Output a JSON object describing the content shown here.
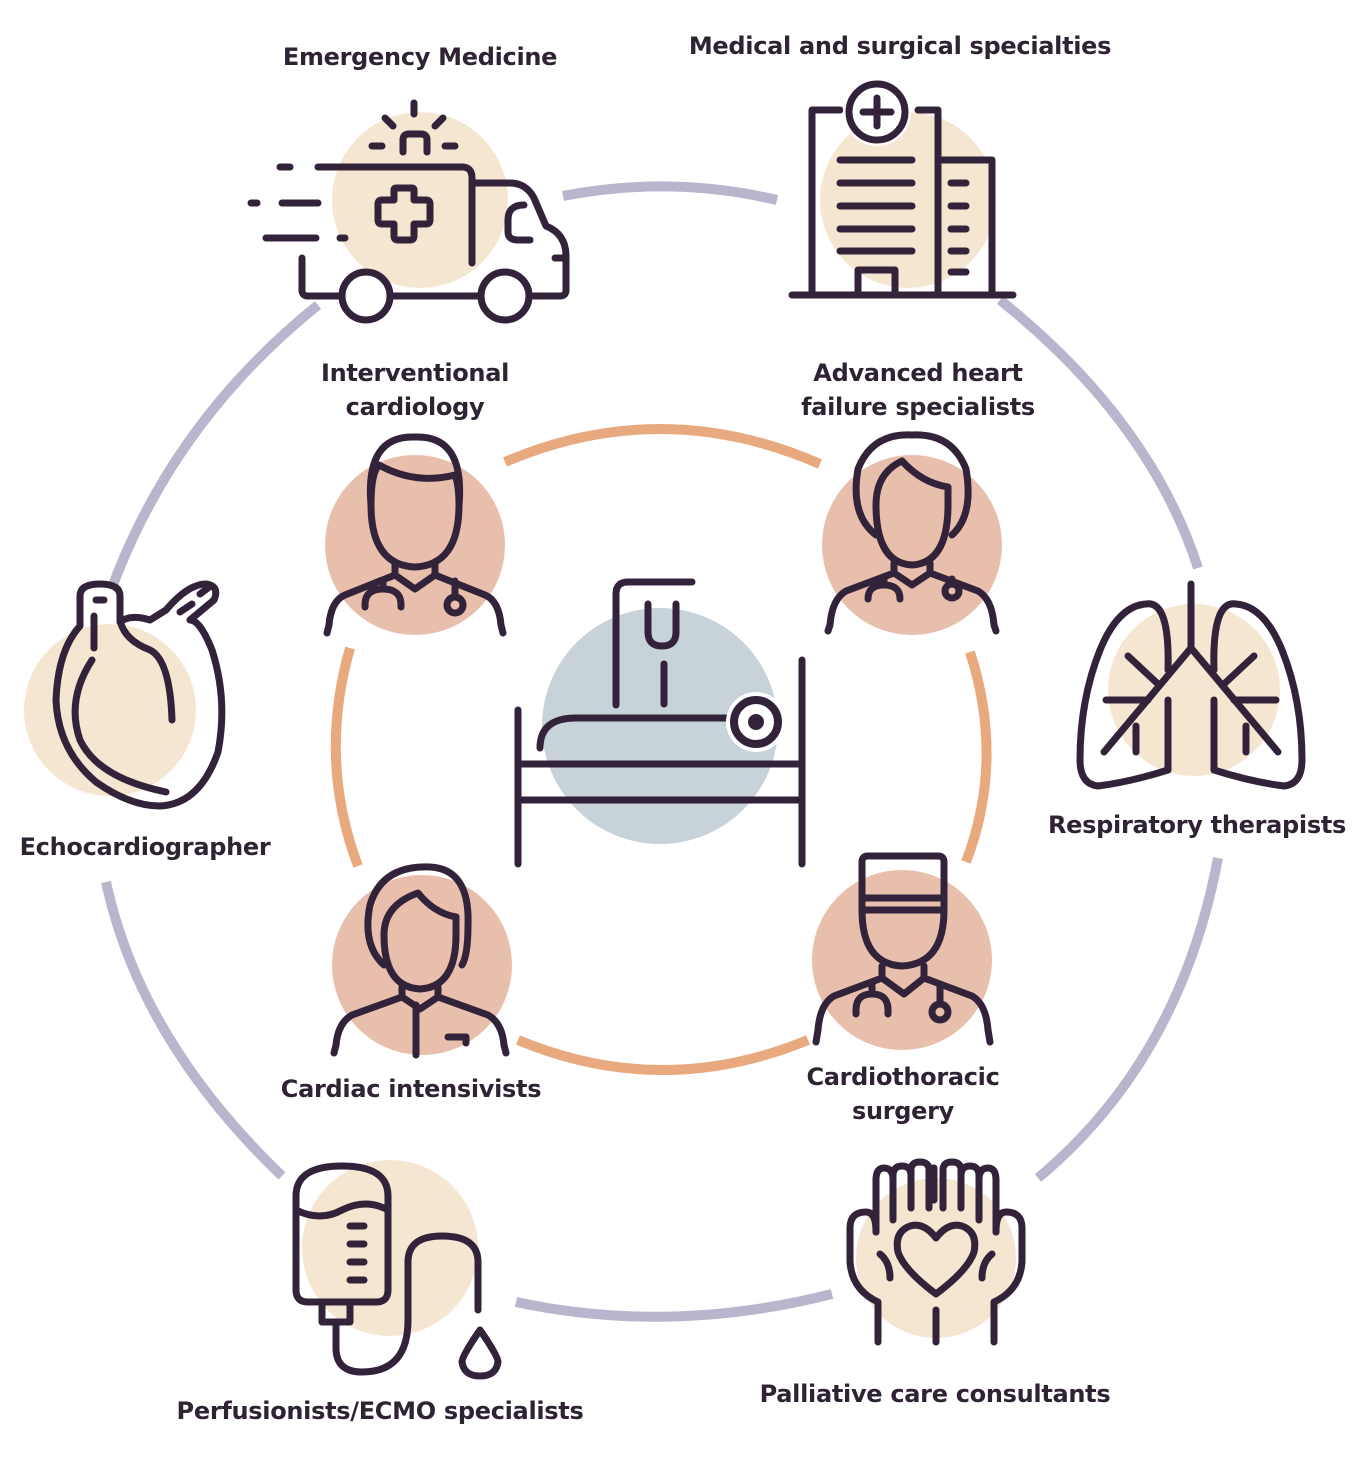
{
  "diagram": {
    "title": "",
    "center": {
      "name": "Patient (hospital bed)",
      "icon": "hospital-bed-icon"
    },
    "colors": {
      "ink": "#33233a",
      "outer_ring": "#b8b6cc",
      "inner_ring": "#e9a97f",
      "beige_disc": "#f5e6d2",
      "rose_disc": "#e8bfac",
      "center_disc": "#c8d2d9"
    },
    "inner_ring": [
      {
        "id": "interventional",
        "line1": "Interventional",
        "line2": "cardiology",
        "icon": "male-doctor-icon"
      },
      {
        "id": "heart-failure",
        "line1": "Advanced heart",
        "line2": "failure specialists",
        "icon": "female-doctor-icon"
      },
      {
        "id": "intensivists",
        "line1": "Cardiac intensivists",
        "line2": "",
        "icon": "female-clinician-icon"
      },
      {
        "id": "cardiothoracic",
        "line1": "Cardiothoracic",
        "line2": "surgery",
        "icon": "surgeon-icon"
      }
    ],
    "outer_ring": [
      {
        "id": "emergency",
        "label": "Emergency Medicine",
        "icon": "ambulance-icon"
      },
      {
        "id": "specialties",
        "label": "Medical and surgical specialties",
        "icon": "hospital-building-icon"
      },
      {
        "id": "respiratory",
        "label": "Respiratory therapists",
        "icon": "lungs-icon"
      },
      {
        "id": "palliative",
        "label": "Palliative care consultants",
        "icon": "hands-heart-icon"
      },
      {
        "id": "perfusion",
        "label": "Perfusionists/ECMO specialists",
        "icon": "iv-bag-icon"
      },
      {
        "id": "echo",
        "label": "Echocardiographer",
        "icon": "heart-organ-icon"
      }
    ]
  }
}
